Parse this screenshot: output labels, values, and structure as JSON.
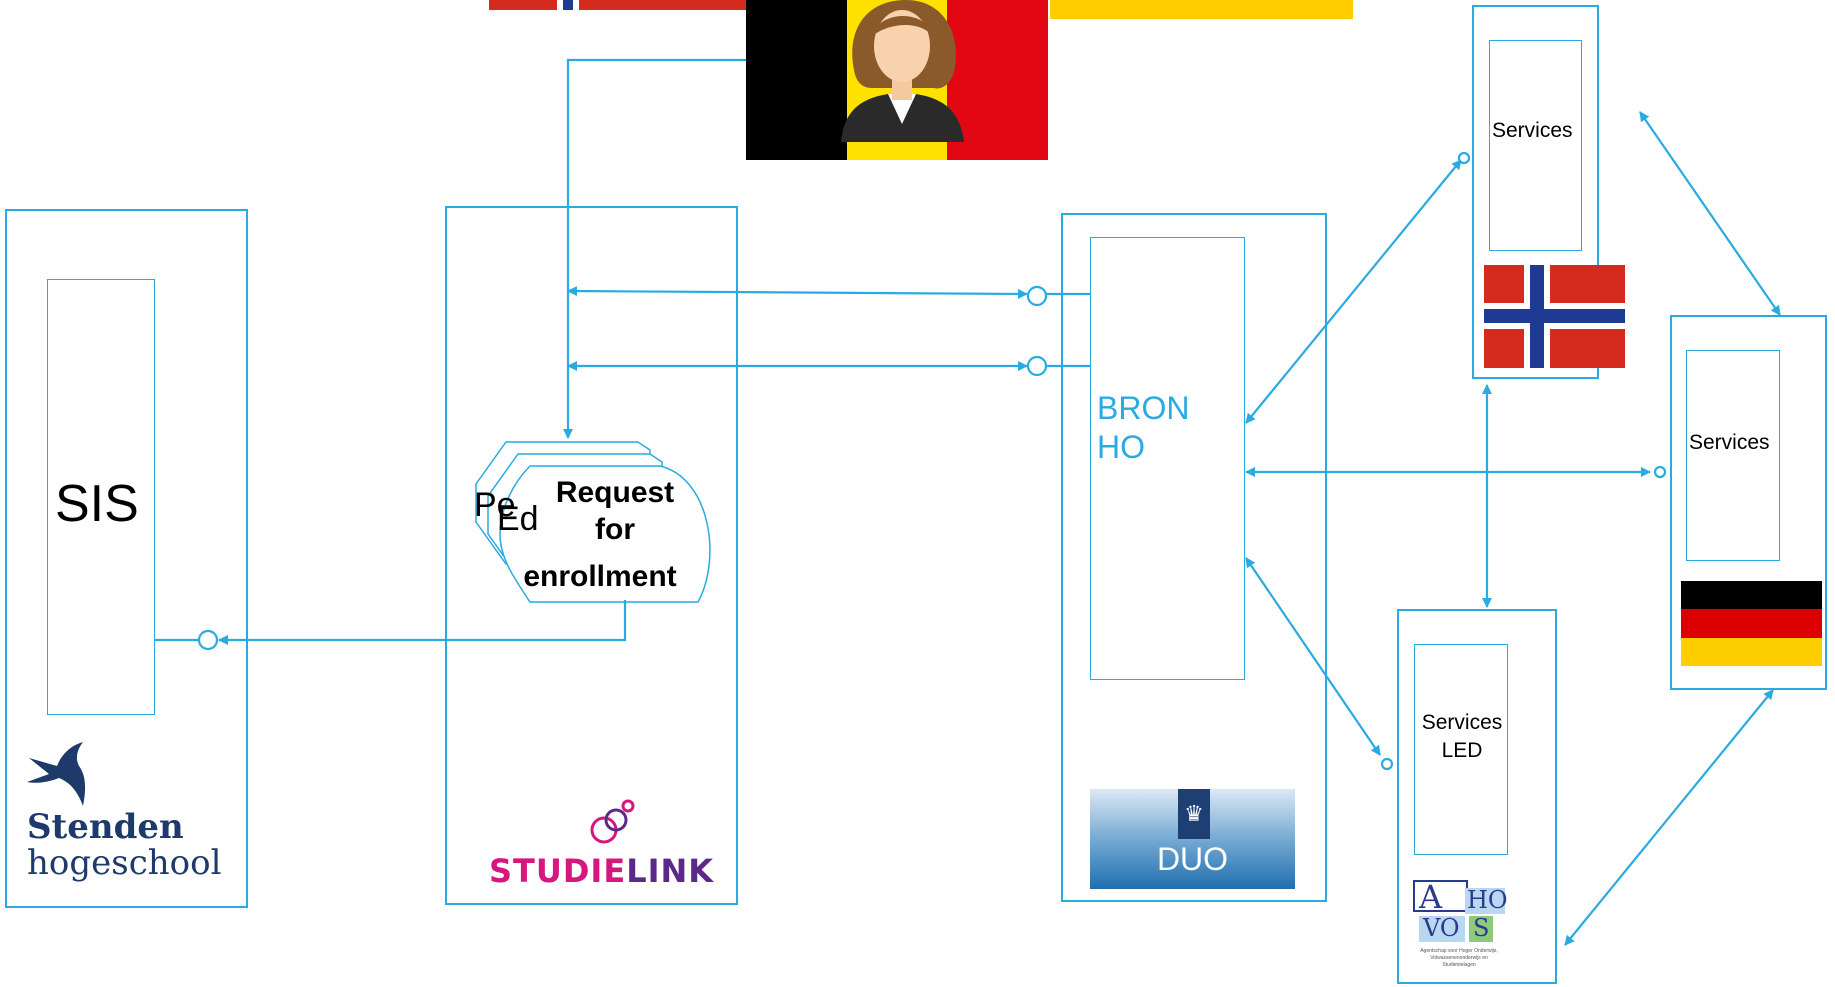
{
  "sis": {
    "label": "SIS"
  },
  "stenden": {
    "line1": "Stenden",
    "line2": "hogeschool"
  },
  "studielink": {
    "brand_a": "STUDIE",
    "brand_b": "LINK"
  },
  "request": {
    "back1": "Pe",
    "back2": "Ed",
    "line1": "Request",
    "line2": "for",
    "line3": "enrollment"
  },
  "bron": {
    "line1": "BRON",
    "line2": "HO"
  },
  "duo": {
    "label": "DUO"
  },
  "norway_node": {
    "services": "Services"
  },
  "germany_node": {
    "services": "Services"
  },
  "led_node": {
    "line1": "Services",
    "line2": "LED"
  },
  "ahovos": {
    "a": "A",
    "ho": "HO",
    "vo": "VO",
    "s": "S",
    "subtitle1": "Agentschap voor Hoger Onderwijs,",
    "subtitle2": "Volwassenenonderwijs en Studietoelagen"
  },
  "colors": {
    "connector": "#29abe2",
    "studielink_magenta": "#d6177e",
    "studielink_purple": "#5b2a86",
    "stenden_navy": "#1d3a6b"
  }
}
